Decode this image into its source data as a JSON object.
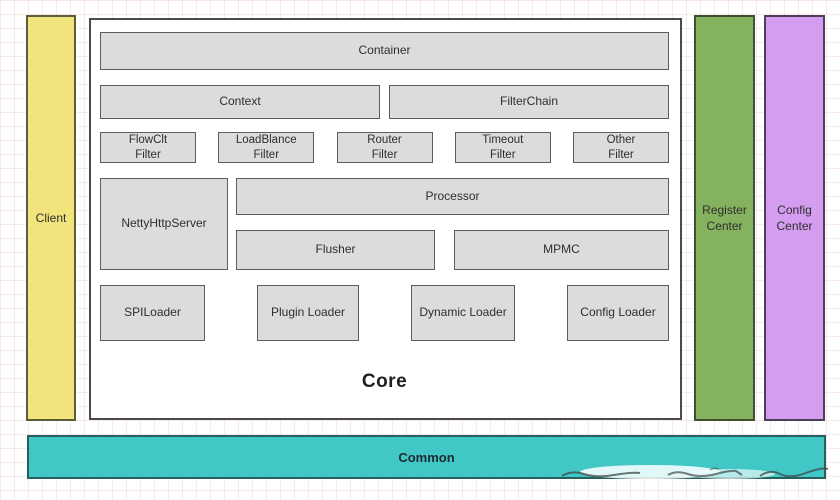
{
  "client": {
    "label": "Client",
    "color": "#f2e47d"
  },
  "core": {
    "title": "Core",
    "container": "Container",
    "context": "Context",
    "filter_chain": "FilterChain",
    "filters": [
      "FlowClt\nFilter",
      "LoadBlance\nFilter",
      "Router\nFilter",
      "Timeout\nFilter",
      "Other\nFilter"
    ],
    "netty_http_server": "NettyHttpServer",
    "processor": "Processor",
    "flusher": "Flusher",
    "mpmc": "MPMC",
    "loaders": [
      "SPILoader",
      "Plugin Loader",
      "Dynamic Loader",
      "Config Loader"
    ]
  },
  "register_center": {
    "label": "Register\nCenter",
    "color": "#85b25e"
  },
  "config_center": {
    "label": "Config\nCenter",
    "color": "#d59df0"
  },
  "common": {
    "label": "Common",
    "color": "#41c7c5"
  }
}
